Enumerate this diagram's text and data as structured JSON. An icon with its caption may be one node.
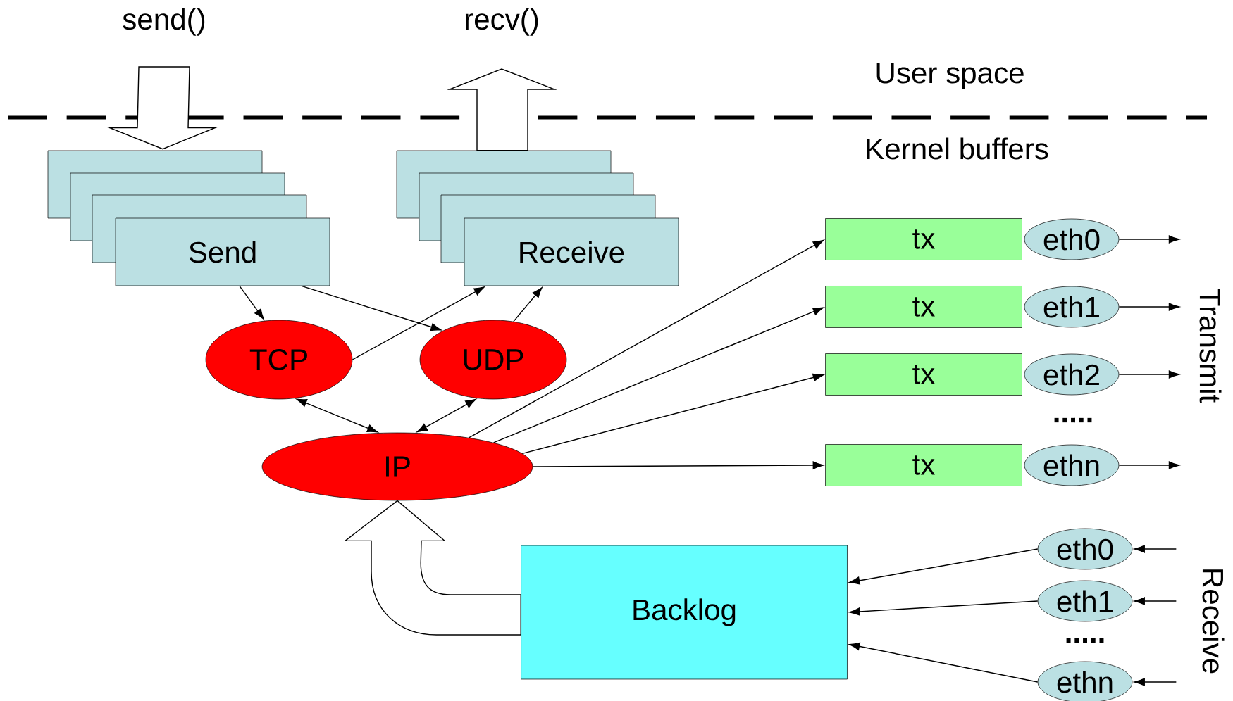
{
  "diagram": {
    "nodes": [
      {
        "text": [
          "send()"
        ]
      },
      {
        "text": [
          "recv()"
        ]
      },
      {
        "text": [
          "Send"
        ]
      },
      {
        "text": [
          "Receive"
        ]
      },
      {
        "text": [
          "TCP"
        ]
      },
      {
        "text": [
          "UDP"
        ]
      },
      {
        "text": [
          "IP"
        ]
      },
      {
        "text": [
          "tx"
        ]
      },
      {
        "text": [
          "eth0"
        ]
      },
      {
        "text": [
          "tx"
        ]
      },
      {
        "text": [
          "eth1"
        ]
      },
      {
        "text": [
          "tx"
        ]
      },
      {
        "text": [
          "eth2"
        ]
      },
      {
        "text": [
          "tx"
        ]
      },
      {
        "text": [
          "ethn"
        ]
      },
      {
        "text": [
          "Backlog"
        ]
      },
      {
        "text": [
          "eth0"
        ]
      },
      {
        "text": [
          "eth1"
        ]
      },
      {
        "text": [
          "ethn"
        ]
      }
    ],
    "edges": [
      {
        "from": 0,
        "to": 2,
        "arrow": "to",
        "style": "thick"
      },
      {
        "from": 3,
        "to": 1,
        "arrow": "to",
        "style": "thick"
      },
      {
        "from": 2,
        "to": 4,
        "arrow": "to"
      },
      {
        "from": 2,
        "to": 5,
        "arrow": "to"
      },
      {
        "from": 4,
        "to": 3,
        "arrow": "to"
      },
      {
        "from": 5,
        "to": 3,
        "arrow": "to"
      },
      {
        "from": 4,
        "to": 6,
        "arrow": "both"
      },
      {
        "from": 5,
        "to": 6,
        "arrow": "both"
      },
      {
        "from": 6,
        "to": 7,
        "arrow": "to"
      },
      {
        "from": 6,
        "to": 9,
        "arrow": "to"
      },
      {
        "from": 6,
        "to": 11,
        "arrow": "to"
      },
      {
        "from": 6,
        "to": 13,
        "arrow": "to"
      },
      {
        "from": 8,
        "to": null,
        "arrow": "to"
      },
      {
        "from": 10,
        "to": null,
        "arrow": "to"
      },
      {
        "from": 12,
        "to": null,
        "arrow": "to"
      },
      {
        "from": 14,
        "to": null,
        "arrow": "to"
      },
      {
        "from": null,
        "to": 16,
        "arrow": "to"
      },
      {
        "from": null,
        "to": 17,
        "arrow": "to"
      },
      {
        "from": null,
        "to": 18,
        "arrow": "to"
      },
      {
        "from": 16,
        "to": 15,
        "arrow": "to"
      },
      {
        "from": 17,
        "to": 15,
        "arrow": "to"
      },
      {
        "from": 18,
        "to": 15,
        "arrow": "to"
      },
      {
        "from": 15,
        "to": 6,
        "arrow": "to",
        "style": "thick"
      }
    ],
    "labels": [
      "User space",
      "Kernel buffers",
      "Transmit",
      ".....",
      ".....",
      "Receive"
    ]
  }
}
